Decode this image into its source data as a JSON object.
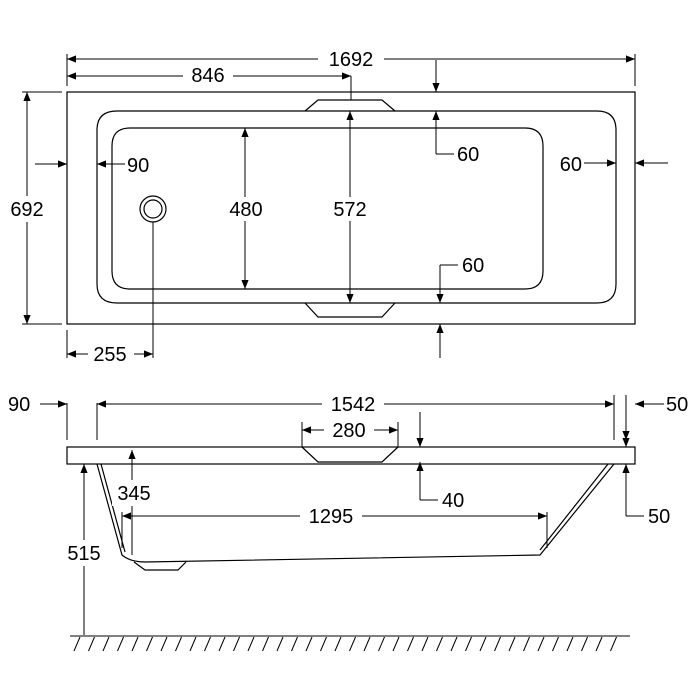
{
  "colors": {
    "line": "#000000",
    "background": "#ffffff"
  },
  "plan": {
    "overall_length": "1692",
    "drain_to_center": "846",
    "overall_width": "692",
    "inner_width": "480",
    "center_width": "572",
    "end_rim_left": "90",
    "end_rim_right": "60",
    "side_rim_top": "60",
    "side_rim_bottom": "60",
    "drain_offset": "255"
  },
  "section": {
    "left_rim": "90",
    "inner_length": "1542",
    "right_rim": "50",
    "handle_length": "280",
    "inner_depth": "345",
    "handle_drop": "40",
    "bottom_length": "1295",
    "rim_thickness": "50",
    "total_height": "515"
  }
}
